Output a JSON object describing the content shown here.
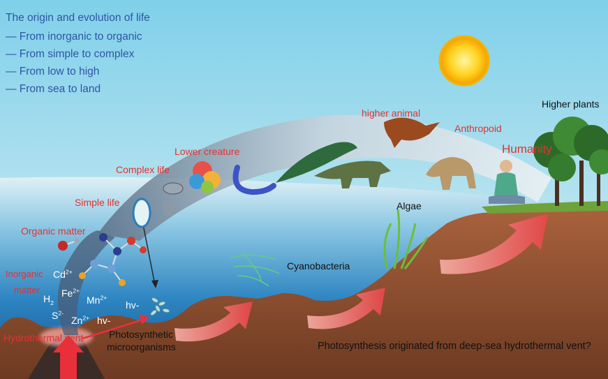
{
  "title": {
    "heading": "The origin and evolution of life",
    "lines": [
      "— From inorganic to organic",
      "— From simple to complex",
      "— From low to high",
      "— From sea to land"
    ]
  },
  "stages": {
    "higher_plants": "Higher plants",
    "higher_animal": "higher animal",
    "anthropoid": "Anthropoid",
    "humanity": "Humanity",
    "lower_creature": "Lower creature",
    "complex_life": "Complex life",
    "simple_life": "Simple life",
    "organic_matter": "Organic matter",
    "inorganic_matter_line1": "Inorganic",
    "inorganic_matter_line2": "matter",
    "hydrothermal_vent": "Hydrothermal vent",
    "algae": "Algae",
    "cyanobacteria": "Cyanobacteria",
    "photosynthetic_line1": "Photosynthetic",
    "photosynthetic_line2": "microorganisms"
  },
  "chemistry": {
    "cd": "Cd",
    "cd_charge": "2+",
    "fe": "Fe",
    "fe_charge": "2+",
    "h2": "H",
    "h2_sub": "2",
    "mn": "Mn",
    "mn_charge": "2+",
    "s": "S",
    "s_charge": "2-",
    "zn": "Zn",
    "zn_charge": "2+",
    "hv_left": "hv-",
    "hv_right": "hv-"
  },
  "question": "Photosynthesis originated from deep-sea hydrothermal vent?",
  "colors": {
    "title_blue": "#2e55a5",
    "label_red": "#e53030",
    "sky_top": "#7fd0ea",
    "sea": "#1a73b4",
    "ground": "#8a4a2c",
    "arrow_red": "#e8464a",
    "sun": "#f9b500"
  }
}
